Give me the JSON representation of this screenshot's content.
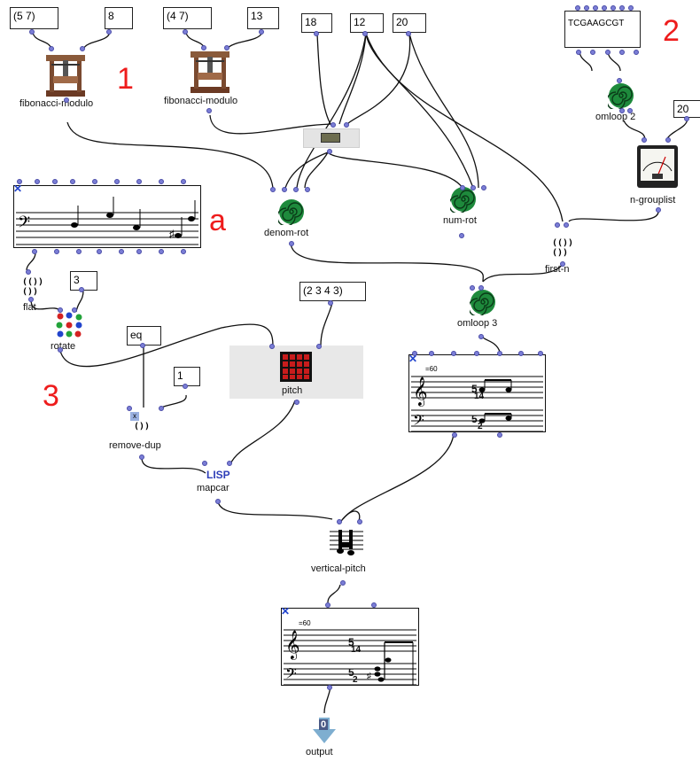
{
  "patch": {
    "inputs": {
      "seq1": "(5 7)",
      "mod1": "8",
      "seq2": "(4 7)",
      "mod2": "13",
      "v18": "18",
      "v12": "12",
      "v20": "20",
      "dna": "TCGAAGCGT",
      "group": "20",
      "rot": "3",
      "pitchlist": "(2 3 4 3)",
      "test": "eq",
      "one": "1"
    },
    "labels": {
      "fib1": "fibonacci-modulo",
      "fib2": "fibonacci-modulo",
      "omloop2": "omloop 2",
      "ngrouplist": "n-grouplist",
      "denomrot": "denom-rot",
      "numrot": "num-rot",
      "firstn": "first-n",
      "flat": "flat",
      "rotate": "rotate",
      "omloop3": "omloop 3",
      "pitch": "pitch",
      "removedup": "remove-dup",
      "mapcar": "mapcar",
      "verticalpitch": "vertical-pitch",
      "output": "output"
    },
    "markers": {
      "m1": "1",
      "m2": "2",
      "ma": "a",
      "m3": "3"
    },
    "misc": {
      "lisp": "LISP",
      "outnum": "0",
      "tempo": "=60",
      "ts1": "5",
      "ts2": "14",
      "ts3": "5",
      "ts4": "2"
    }
  },
  "colors": {
    "port": "#7b7ed6",
    "marker": "#ee1c1c",
    "spiral": "#1e8a3c",
    "wire": "#111111"
  }
}
